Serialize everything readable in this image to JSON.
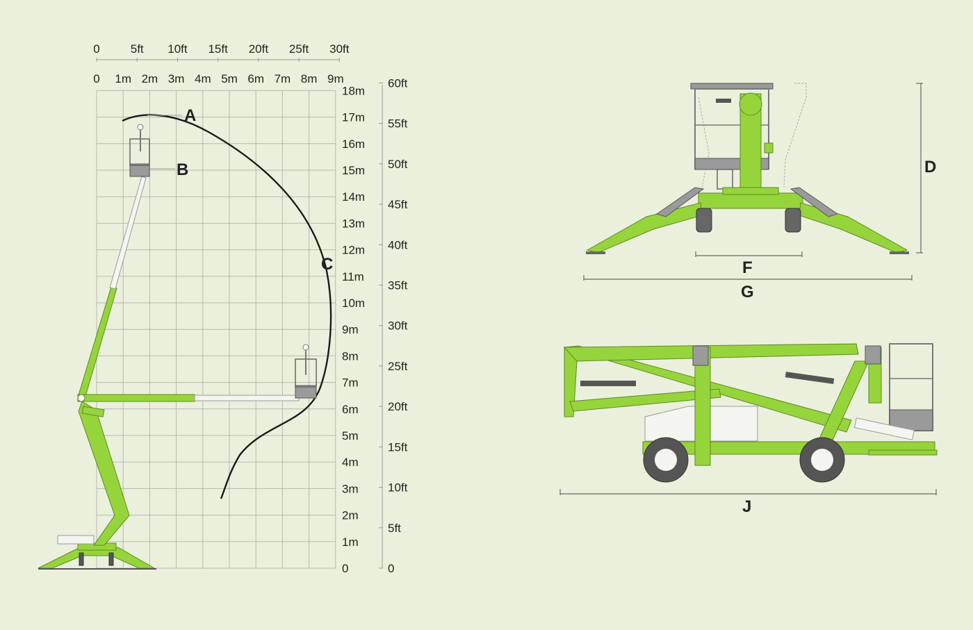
{
  "reach_diagram": {
    "ft_horizontal_ticks": [
      "0",
      "5ft",
      "10ft",
      "15ft",
      "20ft",
      "25ft",
      "30ft"
    ],
    "m_horizontal_ticks": [
      "0",
      "1m",
      "2m",
      "3m",
      "4m",
      "5m",
      "6m",
      "7m",
      "8m",
      "9m"
    ],
    "m_vertical_ticks": [
      "0",
      "1m",
      "2m",
      "3m",
      "4m",
      "5m",
      "6m",
      "7m",
      "8m",
      "9m",
      "10m",
      "11m",
      "12m",
      "13m",
      "14m",
      "15m",
      "16m",
      "17m",
      "18m"
    ],
    "ft_vertical_ticks": [
      "0",
      "5ft",
      "10ft",
      "15ft",
      "20ft",
      "25ft",
      "30ft",
      "35ft",
      "40ft",
      "45ft",
      "50ft",
      "55ft",
      "60ft"
    ],
    "labels": {
      "A": "A",
      "B": "B",
      "C": "C"
    }
  },
  "dimension_labels": {
    "D": "D",
    "F": "F",
    "G": "G",
    "J": "J"
  },
  "colors": {
    "background": "#ebf0dc",
    "machine": "#96d43c",
    "grid": "#b8b8b0",
    "curve": "#1a1a1a"
  }
}
